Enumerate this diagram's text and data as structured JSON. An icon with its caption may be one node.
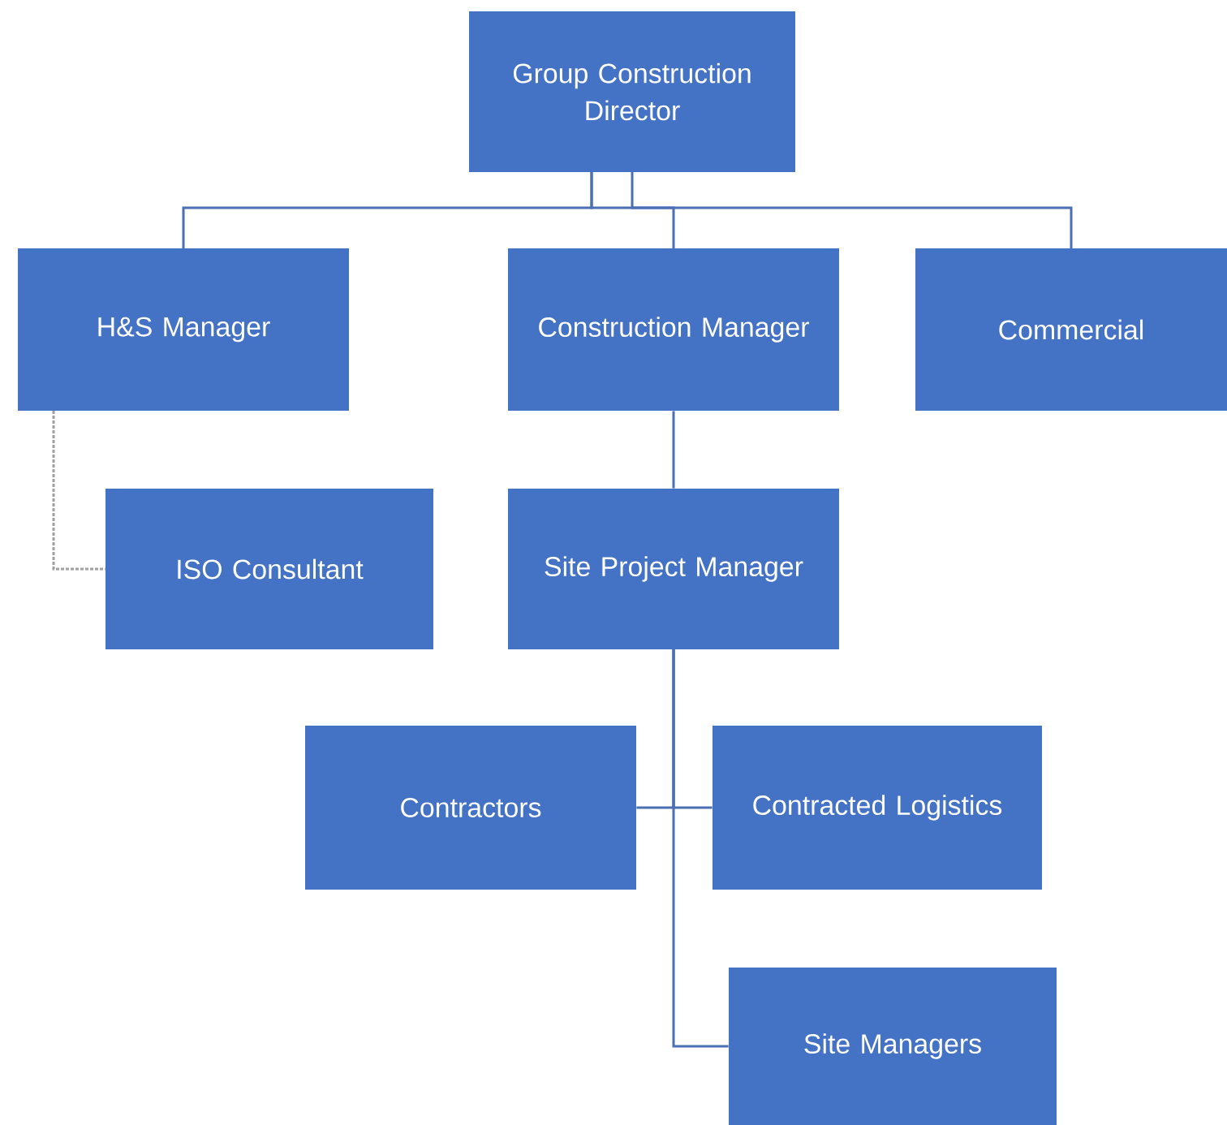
{
  "diagram": {
    "nodes": [
      {
        "text": [
          "Group Construction Director"
        ]
      },
      {
        "text": [
          "H&S Manager"
        ]
      },
      {
        "text": [
          "Construction Manager"
        ]
      },
      {
        "text": [
          "Commercial"
        ]
      },
      {
        "text": [
          "ISO Consultant"
        ]
      },
      {
        "text": [
          "Site Project Manager"
        ]
      },
      {
        "text": [
          "Contractors"
        ]
      },
      {
        "text": [
          "Contracted Logistics"
        ]
      },
      {
        "text": [
          "Site Managers"
        ]
      }
    ],
    "edges": [
      {
        "from": 0,
        "to": 1,
        "arrow": "none"
      },
      {
        "from": 0,
        "to": 2,
        "arrow": "none"
      },
      {
        "from": 0,
        "to": 3,
        "arrow": "none"
      },
      {
        "from": 1,
        "to": 4,
        "arrow": "none",
        "style": "dashed",
        "color": "#a0a0a0"
      },
      {
        "from": 2,
        "to": 5,
        "arrow": "none"
      },
      {
        "from": 5,
        "to": 6,
        "arrow": "none"
      },
      {
        "from": 5,
        "to": 7,
        "arrow": "none"
      },
      {
        "from": 5,
        "to": 8,
        "arrow": "none"
      }
    ]
  }
}
